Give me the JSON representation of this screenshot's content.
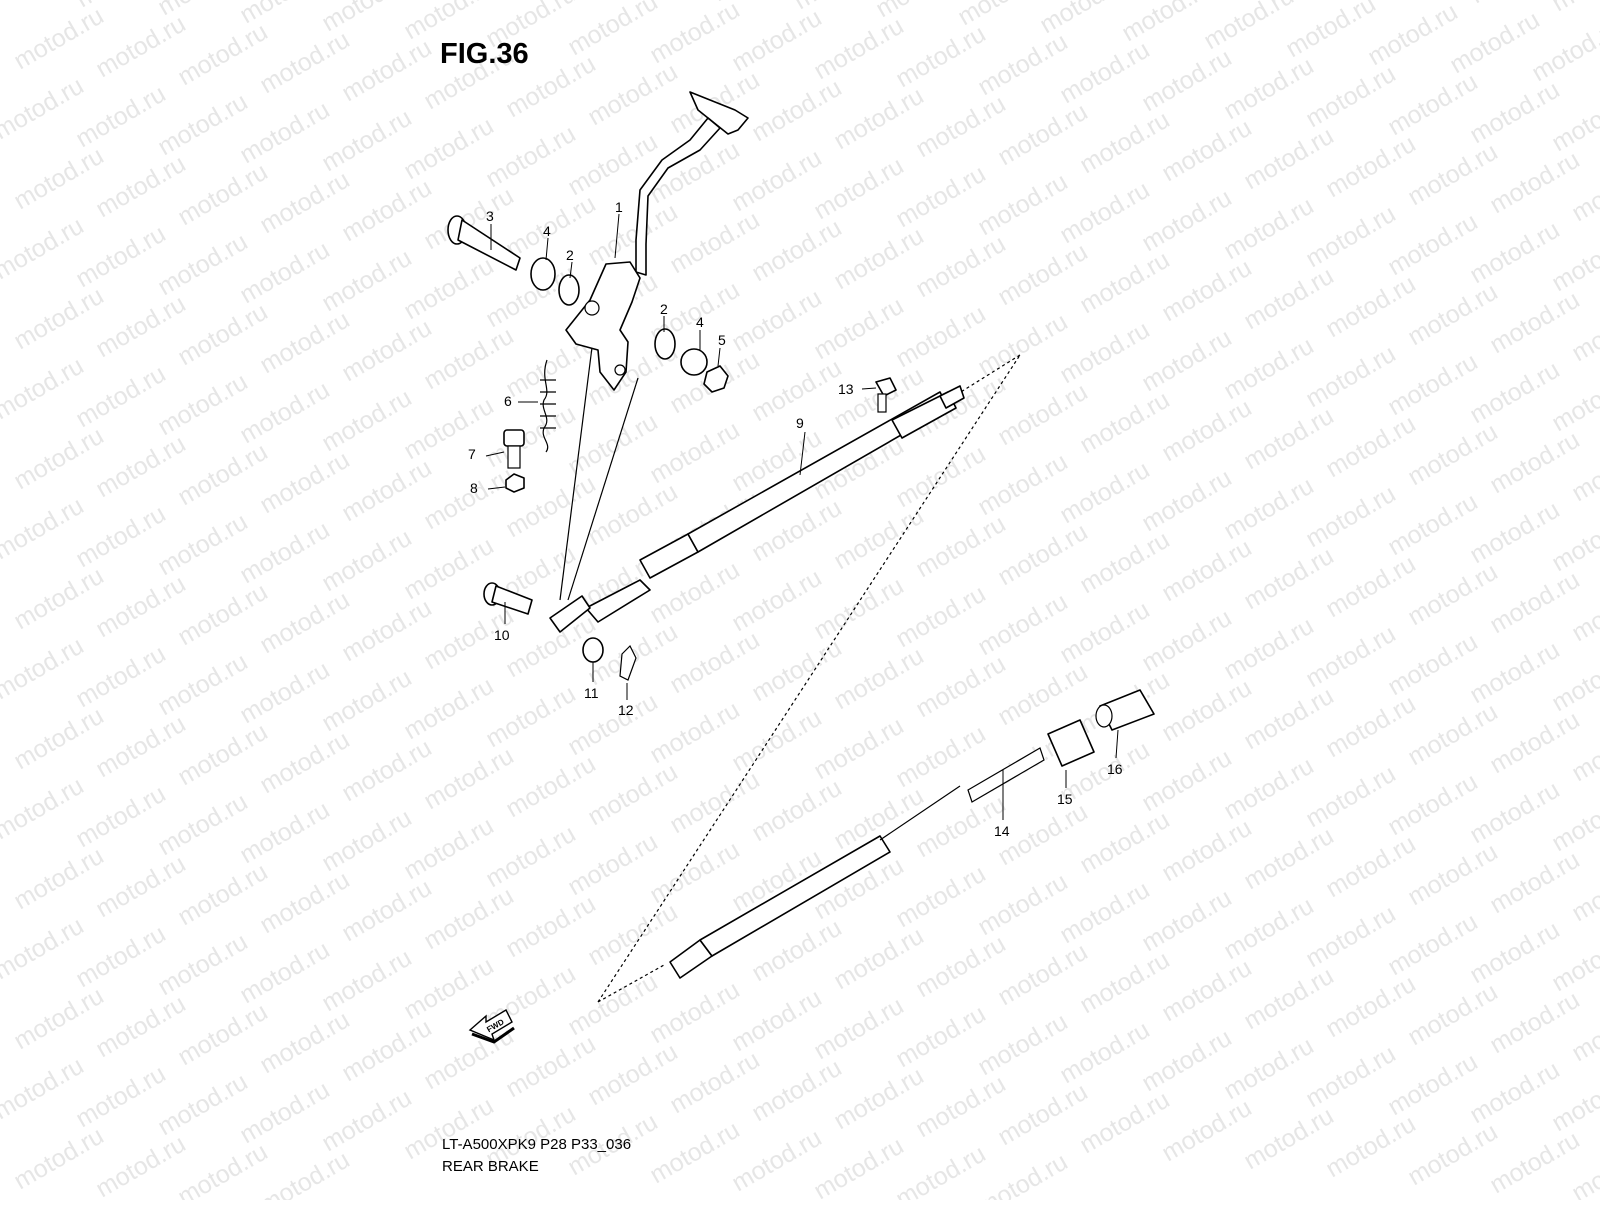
{
  "figure": {
    "title": "FIG.36",
    "model_code": "LT-A500XPK9 P28 P33_036",
    "section": "REAR BRAKE",
    "watermark": "motod.ru",
    "direction_marker": "FWD"
  },
  "callouts": [
    "1",
    "2",
    "2",
    "3",
    "4",
    "4",
    "5",
    "6",
    "7",
    "8",
    "9",
    "10",
    "11",
    "12",
    "13",
    "14",
    "15",
    "16"
  ]
}
